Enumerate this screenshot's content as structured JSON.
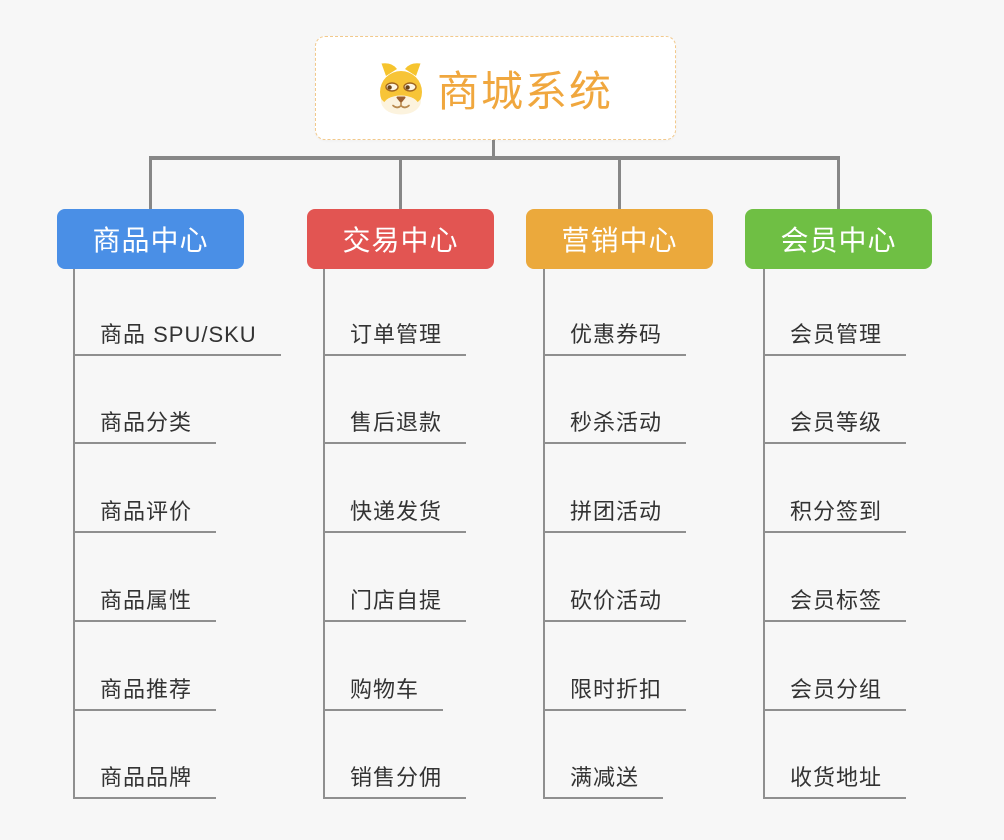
{
  "root": {
    "title": "商城系统",
    "icon": "dog-face-icon",
    "title_color": "#F0A73E",
    "border_color": "#F2C98C"
  },
  "colors": {
    "canvas_background": "#F7F7F7",
    "tree_connector": "#878787",
    "leaf_line": "#8F8F8F",
    "leaf_text": "#333333"
  },
  "branches": [
    {
      "label": "商品中心",
      "color": "#4A8FE6",
      "children": [
        "商品 SPU/SKU",
        "商品分类",
        "商品评价",
        "商品属性",
        "商品推荐",
        "商品品牌"
      ]
    },
    {
      "label": "交易中心",
      "color": "#E25552",
      "children": [
        "订单管理",
        "售后退款",
        "快递发货",
        "门店自提",
        "购物车",
        "销售分佣"
      ]
    },
    {
      "label": "营销中心",
      "color": "#EBA93C",
      "children": [
        "优惠券码",
        "秒杀活动",
        "拼团活动",
        "砍价活动",
        "限时折扣",
        "满减送"
      ]
    },
    {
      "label": "会员中心",
      "color": "#6FBF44",
      "children": [
        "会员管理",
        "会员等级",
        "积分签到",
        "会员标签",
        "会员分组",
        "收货地址"
      ]
    }
  ]
}
